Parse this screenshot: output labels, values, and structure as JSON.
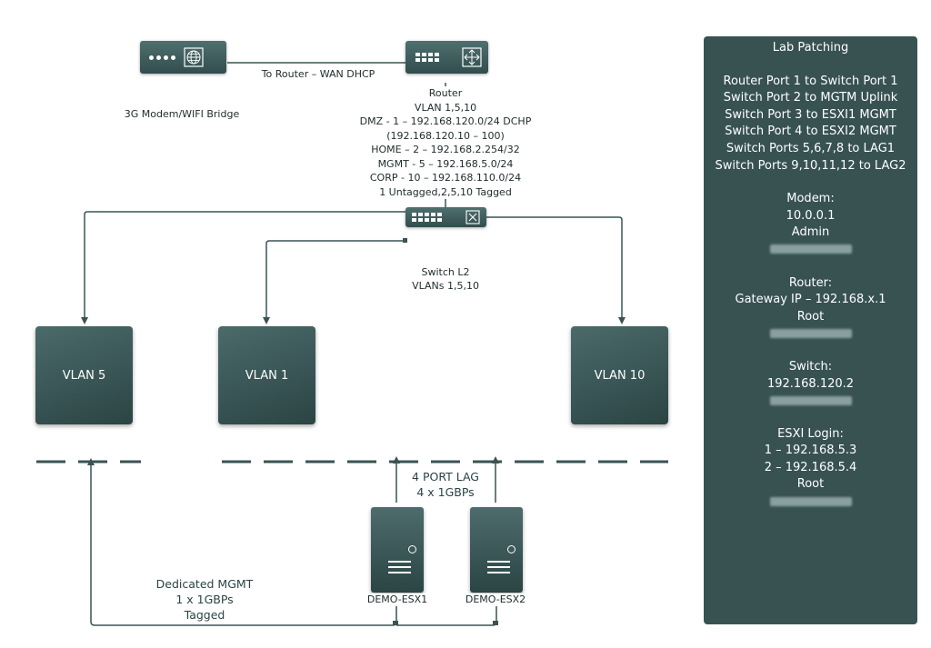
{
  "devices": {
    "modem": {
      "label": "3G Modem/WIFI Bridge"
    },
    "wan_link": {
      "label": "To Router – WAN DHCP"
    },
    "router": {
      "lines": [
        "Router",
        "VLAN 1,5,10",
        "DMZ - 1 – 192.168.120.0/24 DCHP",
        "(192.168.120.10 – 100)",
        "HOME – 2 – 192.168.2.254/32",
        "MGMT - 5 – 192.168.5.0/24",
        "CORP - 10 – 192.168.110.0/24",
        "1 Untagged,2,5,10 Tagged"
      ]
    },
    "switch": {
      "lines": [
        "Switch L2",
        "VLANs 1,5,10"
      ]
    }
  },
  "vlans": [
    "VLAN 5",
    "VLAN 1",
    "VLAN 10"
  ],
  "lag": {
    "lines": [
      "4 PORT LAG",
      "4 x 1GBPs"
    ]
  },
  "mgmt": {
    "lines": [
      "Dedicated MGMT",
      "1 x 1GBPs",
      "Tagged"
    ]
  },
  "servers": [
    "DEMO-ESX1",
    "DEMO-ESX2"
  ],
  "panel": {
    "title": "Lab Patching",
    "patching": [
      "Router Port 1 to Switch Port 1",
      "Switch Port 2 to MGTM Uplink",
      "Switch Port 3 to ESXI1 MGMT",
      "Switch Port 4 to ESXI2 MGMT",
      "Switch Ports 5,6,7,8 to LAG1",
      "Switch Ports 9,10,11,12 to LAG2"
    ],
    "modem": {
      "heading": "Modem:",
      "lines": [
        "10.0.0.1",
        "Admin"
      ]
    },
    "router": {
      "heading": "Router:",
      "lines": [
        "Gateway IP – 192.168.x.1",
        "Root"
      ]
    },
    "switch": {
      "heading": "Switch:",
      "lines": [
        "192.168.120.2"
      ]
    },
    "esxi": {
      "heading": "ESXI Login:",
      "lines": [
        "1 – 192.168.5.3",
        "2 – 192.168.5.4",
        "Root"
      ]
    }
  },
  "colors": {
    "device": "#385252",
    "line": "#3a5353",
    "panel": "#385252",
    "text": "#1e2b2b",
    "server_text": "#2b4444"
  }
}
